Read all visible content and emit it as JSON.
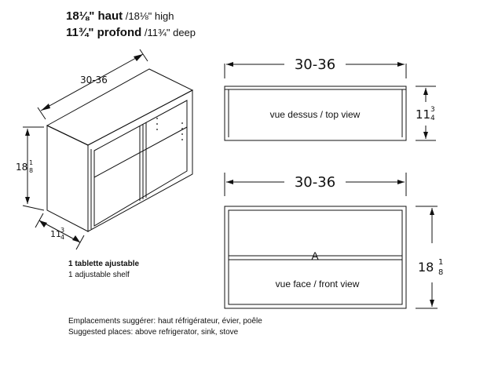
{
  "header": {
    "height_main": "18⅛\" haut",
    "height_sub": " /18⅛\" high",
    "depth_main": "11¾\" profond",
    "depth_sub": " /11¾\" deep"
  },
  "dimensions": {
    "width": "30-36",
    "height_whole": "18",
    "height_num": "1",
    "height_den": "8",
    "depth_whole": "11",
    "depth_num": "3",
    "depth_den": "4"
  },
  "views": {
    "top_view_label": "vue dessus / top view",
    "front_view_label": "vue face / front view",
    "arrow_glyph": "A"
  },
  "notes": {
    "shelf_fr": "1 tablette ajustable",
    "shelf_en": "1 adjustable shelf",
    "places_fr": "Emplacements suggérer: haut réfrigérateur, évier, poêle",
    "places_en": "Suggested places: above refrigerator, sink, stove"
  }
}
